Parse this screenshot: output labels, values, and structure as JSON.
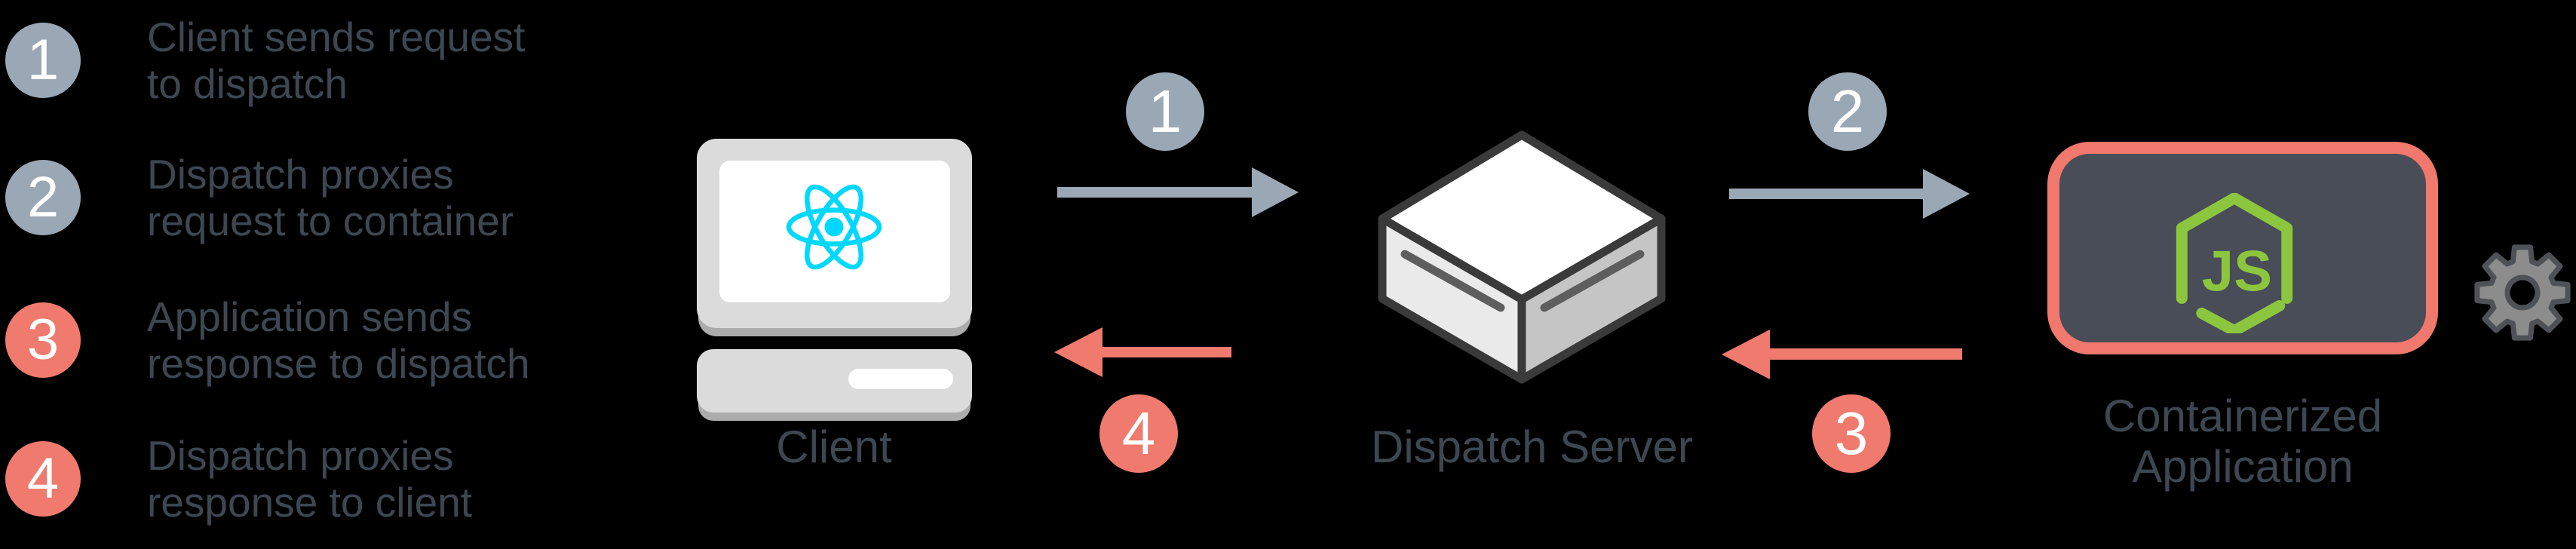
{
  "palette": {
    "step_blue": "#9AA7B4",
    "step_red": "#EF7A6D",
    "text_dark": "#3D4751",
    "container_border": "#F0786C",
    "container_fill": "#484D57",
    "nodejs_green": "#8CC63F",
    "react_cyan": "#00D8FF",
    "background": "#000000"
  },
  "legend": {
    "items": [
      {
        "number": "1",
        "lines": [
          "Client sends request",
          "to dispatch"
        ]
      },
      {
        "number": "2",
        "lines": [
          "Dispatch proxies",
          "request to container"
        ]
      },
      {
        "number": "3",
        "lines": [
          "Application sends",
          "response to dispatch"
        ]
      },
      {
        "number": "4",
        "lines": [
          "Dispatch proxies",
          "response to client"
        ]
      }
    ]
  },
  "flow": {
    "steps": [
      {
        "number": "1",
        "from": "Client",
        "to": "Dispatch Server",
        "direction": "right"
      },
      {
        "number": "2",
        "from": "Dispatch Server",
        "to": "Containerized Application",
        "direction": "right"
      },
      {
        "number": "3",
        "from": "Containerized Application",
        "to": "Dispatch Server",
        "direction": "left"
      },
      {
        "number": "4",
        "from": "Dispatch Server",
        "to": "Client",
        "direction": "left"
      }
    ]
  },
  "nodes": {
    "client": {
      "label": "Client"
    },
    "dispatch": {
      "label": "Dispatch Server"
    },
    "container": {
      "lines": [
        "Containerized",
        "Application"
      ]
    }
  }
}
